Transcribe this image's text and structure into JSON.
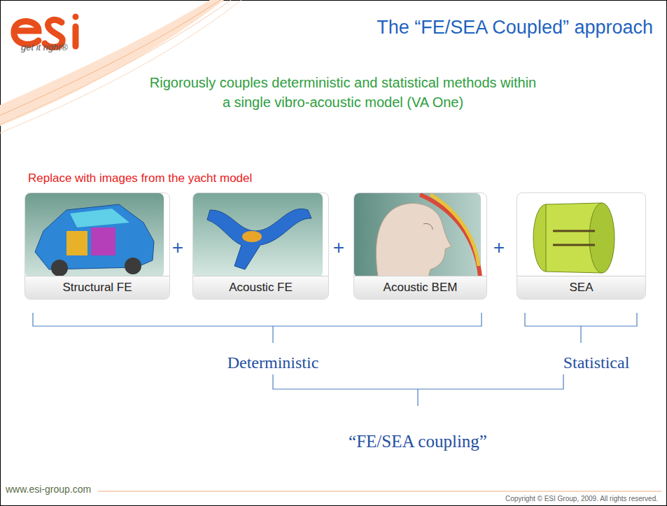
{
  "diagram": {
    "title": "The “FE/SEA Coupled” approach",
    "nodes": [
      {
        "text": [
          "Structural FE"
        ]
      },
      {
        "text": [
          "Acoustic FE"
        ]
      },
      {
        "text": [
          "Acoustic BEM"
        ]
      },
      {
        "text": [
          "SEA"
        ]
      }
    ],
    "labels": [
      "get it right®",
      "Rigorously couples deterministic and statistical methods within a single vibro-acoustic model (VA One)",
      "Replace with images from the yacht model",
      "+",
      "+",
      "+",
      "Deterministic",
      "Statistical",
      "“FE/SEA coupling”",
      "www.esi-group.com",
      "Copyright © ESI Group, 2009. All rights reserved."
    ]
  }
}
